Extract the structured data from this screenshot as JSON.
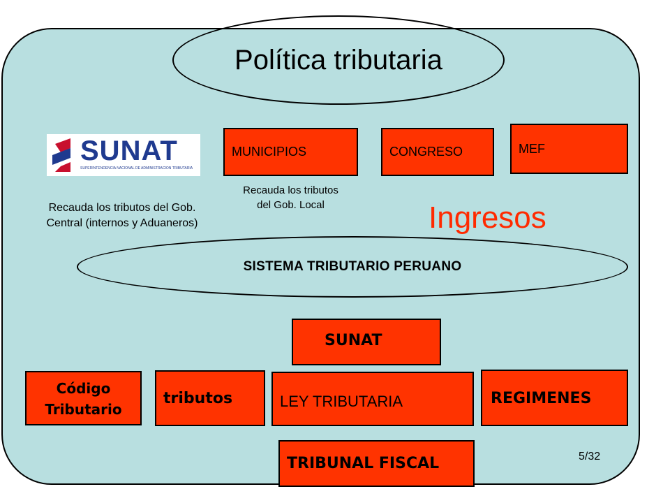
{
  "title": "Política tributaria",
  "logo": {
    "name": "SUNAT",
    "tagline": "SUPERINTENDENCIA NACIONAL DE ADMINISTRACIÓN TRIBUTARIA",
    "icon": "sunat-logo-icon",
    "colors": {
      "blue": "#1f3a8f",
      "red": "#c8102e"
    }
  },
  "entities": {
    "municipios": "MUNICIPIOS",
    "congreso": "CONGRESO",
    "mef": "MEF"
  },
  "notes": {
    "municipios": [
      "Recauda los tributos",
      "del Gob. Local"
    ],
    "sunat": [
      "Recauda los tributos del Gob.",
      "Central (internos y Aduaneros)"
    ]
  },
  "ingresos": "Ingresos",
  "sistema": "SISTEMA TRIBUTARIO PERUANO",
  "components": {
    "sunat": "SUNAT",
    "codigo": [
      "Código",
      "Tributario"
    ],
    "tributos": "tributos",
    "ley": "LEY TRIBUTARIA",
    "regimenes": "REGIMENES",
    "tribunal": "TRIBUNAL FISCAL"
  },
  "page_number": "5/32",
  "colors": {
    "background_panel": "#b8dfe0",
    "box_red": "#ff3300",
    "ingresos_text": "#ff2a00"
  }
}
